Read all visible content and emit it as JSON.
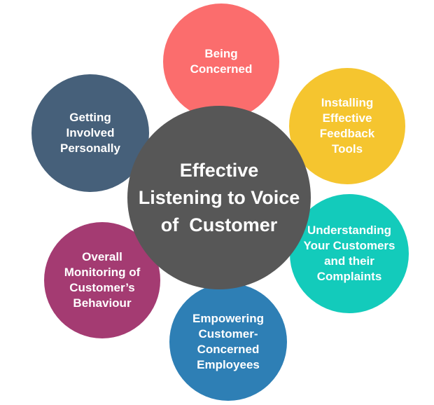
{
  "background_color": "#FFFFFF",
  "text_color": "#FFFFFF",
  "center": {
    "name": "effective-listening-to-voice-of-customer",
    "lines": [
      "Effective",
      "Listening to Voice",
      "of  Customer"
    ],
    "color": "#575757"
  },
  "satellites": [
    {
      "name": "being-concerned",
      "lines": [
        "Being",
        "Concerned"
      ],
      "color": "#FB6D6D",
      "position": "top"
    },
    {
      "name": "installing-effective-feedback-tools",
      "lines": [
        "Installing",
        "Effective",
        "Feedback",
        "Tools"
      ],
      "color": "#F5C52F",
      "position": "top-right"
    },
    {
      "name": "understanding-your-customers-and-their-complaints",
      "lines": [
        "Understanding",
        "Your Customers",
        "and their",
        "Complaints"
      ],
      "color": "#13CBBB",
      "position": "bottom-right"
    },
    {
      "name": "empowering-customer-concerned-employees",
      "lines": [
        "Empowering",
        "Customer-",
        "Concerned",
        "Employees"
      ],
      "color": "#2E7FB5",
      "position": "bottom"
    },
    {
      "name": "overall-monitoring-of-customers-behaviour",
      "lines": [
        "Overall",
        "Monitoring of",
        "Customer’s",
        "Behaviour"
      ],
      "color": "#A43B72",
      "position": "bottom-left"
    },
    {
      "name": "getting-involved-personally",
      "lines": [
        "Getting",
        "Involved",
        "Personally"
      ],
      "color": "#46607A",
      "position": "top-left"
    }
  ]
}
